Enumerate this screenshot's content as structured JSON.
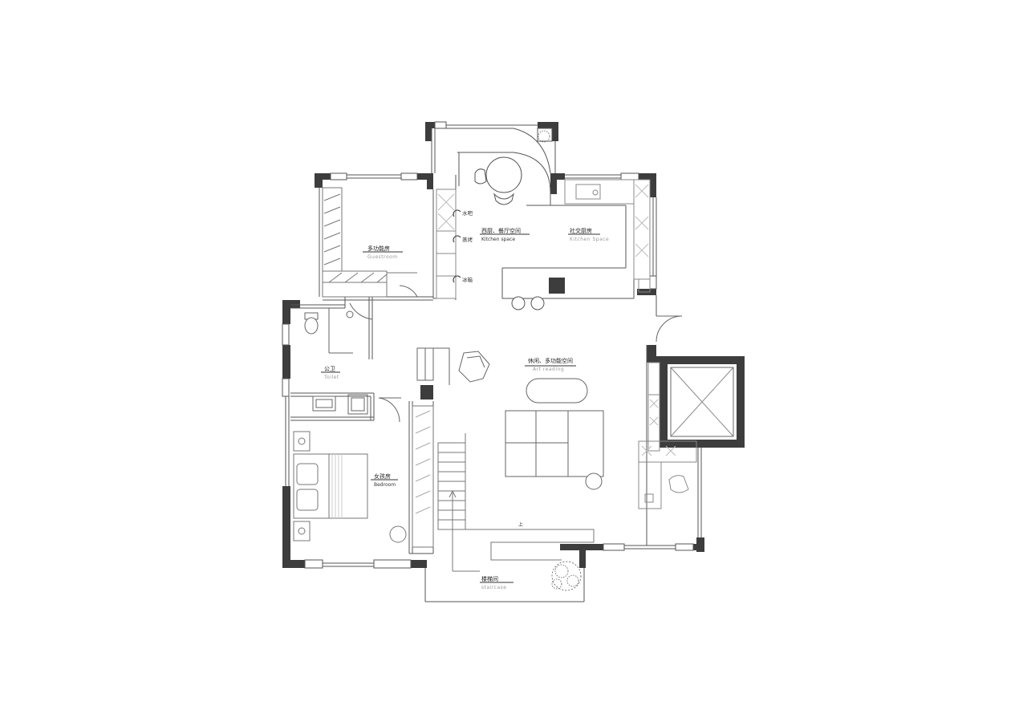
{
  "plan": {
    "rooms": {
      "study": {
        "zh": "多功能房",
        "en": "Guestroom"
      },
      "kitchen": {
        "zh": "西厨、餐厅空间",
        "en": "Kitchen space"
      },
      "social": {
        "zh": "社交厨房",
        "en": "Kitchen Space"
      },
      "toilet": {
        "zh": "公卫",
        "en": "Toilet"
      },
      "leisure": {
        "zh": "休闲、多功能空间",
        "en": "Art reading"
      },
      "bedroom": {
        "zh": "女孩房",
        "en": "Bedroom"
      },
      "stair": {
        "zh": "楼梯间",
        "en": "staircase"
      }
    },
    "appliances": {
      "water": "水吧",
      "steam": "蒸烤",
      "fridge": "冰箱"
    },
    "stair_marker": "上",
    "colors": {
      "wall": "#3d3d3d",
      "line": "#555555",
      "bg": "#ffffff"
    }
  }
}
